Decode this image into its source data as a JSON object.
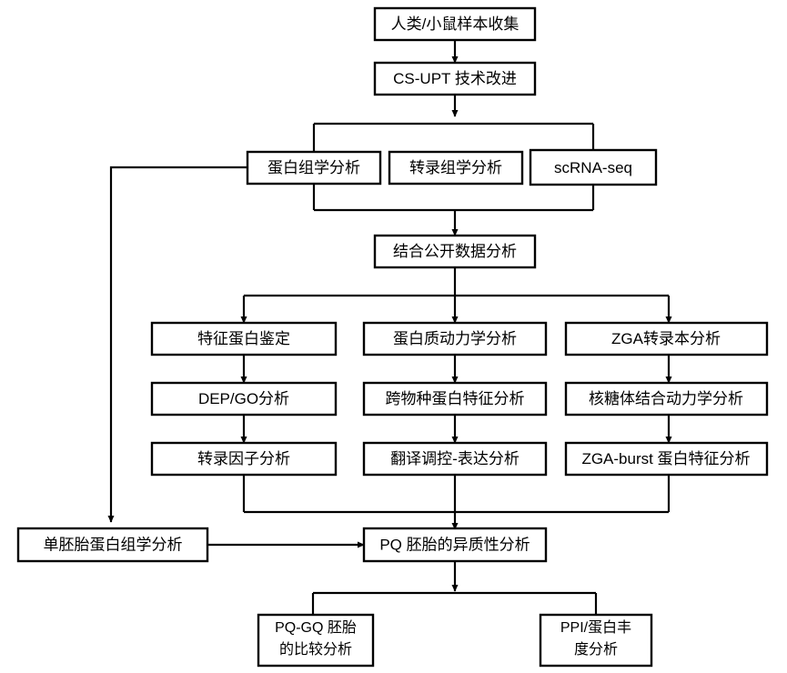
{
  "diagram": {
    "title": "",
    "background_color": "#ffffff",
    "line_color": "#000000",
    "box_fill": "#ffffff",
    "nodes": {
      "sample_collection": "人类/小鼠样本收集",
      "cs_upt": "CS-UPT 技术改进",
      "proteomics": "蛋白组学分析",
      "transcriptomics": "转录组学分析",
      "scrna_seq": "scRNA-seq",
      "public_data": "结合公开数据分析",
      "feature_protein": "特征蛋白鉴定",
      "dep_go": "DEP/GO分析",
      "transcription_factor": "转录因子分析",
      "protein_dynamics": "蛋白质动力学分析",
      "cross_species": "跨物种蛋白特征分析",
      "translation_regulation": "翻译调控-表达分析",
      "zga_transcript": "ZGA转录本分析",
      "ribosome_binding": "核糖体结合动力学分析",
      "zga_burst": "ZGA-burst 蛋白特征分析",
      "single_embryo": "单胚胎蛋白组学分析",
      "pq_heterogeneity": "PQ 胚胎的异质性分析",
      "pq_gq_line1": "PQ-GQ 胚胎",
      "pq_gq_line2": "的比较分析",
      "ppi_line1": "PPI/蛋白丰",
      "ppi_line2": "度分析"
    }
  }
}
